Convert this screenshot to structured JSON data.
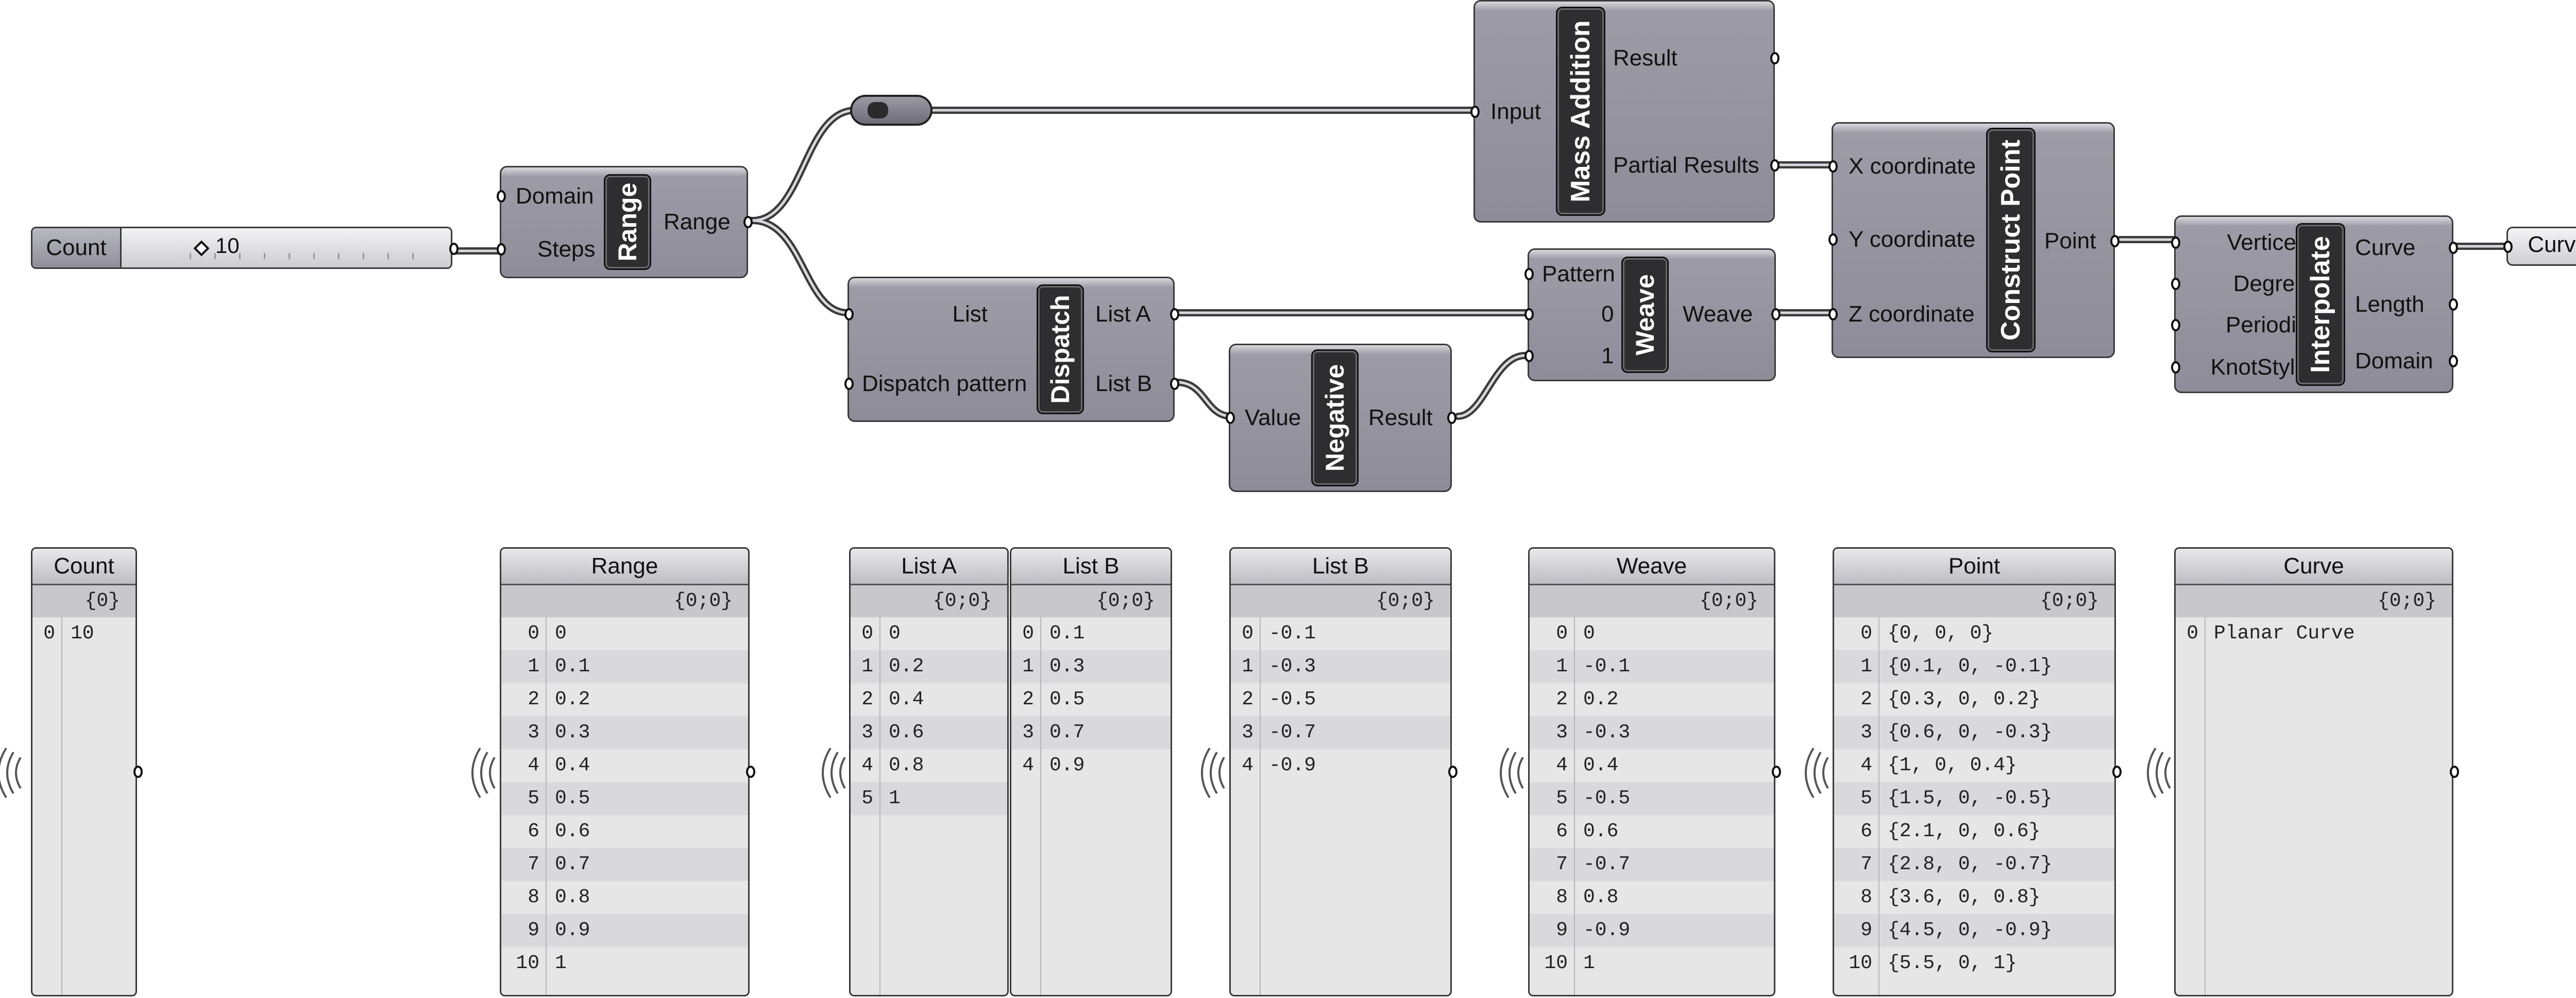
{
  "canvas": {
    "background": "#ffffff",
    "component_color": "#9795a0",
    "wire_color": "#3a3a3a"
  },
  "count_slider": {
    "label": "Count",
    "value": "10",
    "grip_icon": "diamond-icon"
  },
  "range": {
    "name": "Range",
    "inputs": [
      "Domain",
      "Steps"
    ],
    "outputs": [
      "Range"
    ]
  },
  "dispatch": {
    "name": "Dispatch",
    "inputs": [
      "List",
      "Dispatch pattern"
    ],
    "outputs": [
      "List A",
      "List B"
    ]
  },
  "negative": {
    "name": "Negative",
    "inputs": [
      "Value"
    ],
    "outputs": [
      "Result"
    ]
  },
  "weave": {
    "name": "Weave",
    "inputs": [
      "Pattern",
      "0",
      "1"
    ],
    "outputs": [
      "Weave"
    ]
  },
  "mass_addition": {
    "name": "Mass Addition",
    "inputs": [
      "Input"
    ],
    "outputs": [
      "Result",
      "Partial Results"
    ]
  },
  "construct_point": {
    "name": "Construct Point",
    "inputs": [
      "X coordinate",
      "Y coordinate",
      "Z coordinate"
    ],
    "outputs": [
      "Point"
    ]
  },
  "interpolate": {
    "name": "Interpolate",
    "inputs": [
      "Vertices",
      "Degree",
      "Periodic",
      "KnotStyle"
    ],
    "outputs": [
      "Curve",
      "Length",
      "Domain"
    ]
  },
  "curve_param": {
    "label": "Curve"
  },
  "panels": [
    {
      "title": "Count",
      "path": "{0}",
      "rows": [
        [
          "0",
          "10"
        ]
      ]
    },
    {
      "title": "Range",
      "path": "{0;0}",
      "rows": [
        [
          "0",
          "0"
        ],
        [
          "1",
          "0.1"
        ],
        [
          "2",
          "0.2"
        ],
        [
          "3",
          "0.3"
        ],
        [
          "4",
          "0.4"
        ],
        [
          "5",
          "0.5"
        ],
        [
          "6",
          "0.6"
        ],
        [
          "7",
          "0.7"
        ],
        [
          "8",
          "0.8"
        ],
        [
          "9",
          "0.9"
        ],
        [
          "10",
          "1"
        ]
      ]
    },
    {
      "title": "List A",
      "path": "{0;0}",
      "rows": [
        [
          "0",
          "0"
        ],
        [
          "1",
          "0.2"
        ],
        [
          "2",
          "0.4"
        ],
        [
          "3",
          "0.6"
        ],
        [
          "4",
          "0.8"
        ],
        [
          "5",
          "1"
        ]
      ]
    },
    {
      "title": "List B",
      "path": "{0;0}",
      "rows": [
        [
          "0",
          "0.1"
        ],
        [
          "1",
          "0.3"
        ],
        [
          "2",
          "0.5"
        ],
        [
          "3",
          "0.7"
        ],
        [
          "4",
          "0.9"
        ]
      ]
    },
    {
      "title": "List B",
      "path": "{0;0}",
      "rows": [
        [
          "0",
          "-0.1"
        ],
        [
          "1",
          "-0.3"
        ],
        [
          "2",
          "-0.5"
        ],
        [
          "3",
          "-0.7"
        ],
        [
          "4",
          "-0.9"
        ]
      ]
    },
    {
      "title": "Weave",
      "path": "{0;0}",
      "rows": [
        [
          "0",
          "0"
        ],
        [
          "1",
          "-0.1"
        ],
        [
          "2",
          "0.2"
        ],
        [
          "3",
          "-0.3"
        ],
        [
          "4",
          "0.4"
        ],
        [
          "5",
          "-0.5"
        ],
        [
          "6",
          "0.6"
        ],
        [
          "7",
          "-0.7"
        ],
        [
          "8",
          "0.8"
        ],
        [
          "9",
          "-0.9"
        ],
        [
          "10",
          "1"
        ]
      ]
    },
    {
      "title": "Point",
      "path": "{0;0}",
      "rows": [
        [
          "0",
          "{0, 0, 0}"
        ],
        [
          "1",
          "{0.1, 0, -0.1}"
        ],
        [
          "2",
          "{0.3, 0, 0.2}"
        ],
        [
          "3",
          "{0.6, 0, -0.3}"
        ],
        [
          "4",
          "{1, 0, 0.4}"
        ],
        [
          "5",
          "{1.5, 0, -0.5}"
        ],
        [
          "6",
          "{2.1, 0, 0.6}"
        ],
        [
          "7",
          "{2.8, 0, -0.7}"
        ],
        [
          "8",
          "{3.6, 0, 0.8}"
        ],
        [
          "9",
          "{4.5, 0, -0.9}"
        ],
        [
          "10",
          "{5.5, 0, 1}"
        ]
      ]
    },
    {
      "title": "Curve",
      "path": "{0;0}",
      "rows": [
        [
          "0",
          "Planar Curve"
        ]
      ]
    }
  ]
}
